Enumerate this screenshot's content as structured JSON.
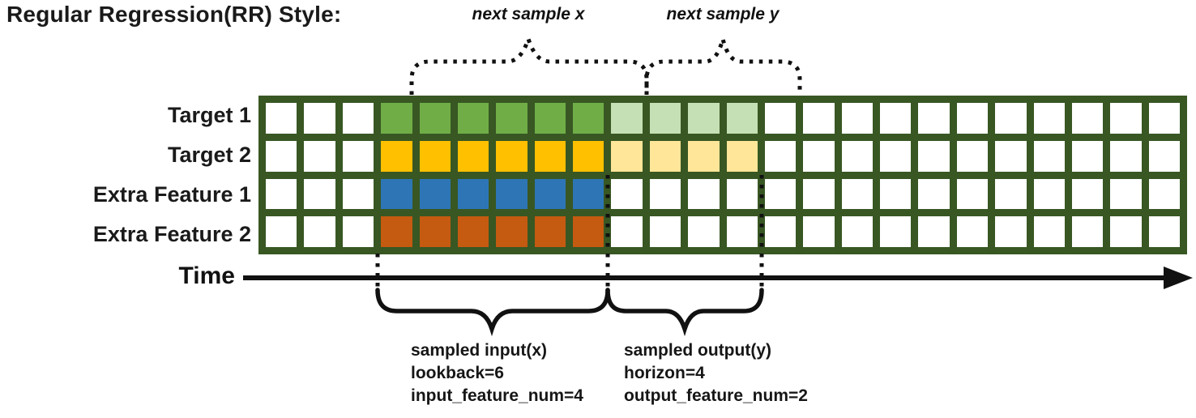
{
  "title": "Regular Regression(RR) Style:",
  "annotations": {
    "next_sample_x": "next sample x",
    "next_sample_y": "next sample y",
    "time_label": "Time",
    "input_block": {
      "line1": "sampled input(x)",
      "line2": "lookback=6",
      "line3": "input_feature_num=4"
    },
    "output_block": {
      "line1": "sampled output(y)",
      "line2": "horizon=4",
      "line3": "output_feature_num=2"
    }
  },
  "colors": {
    "grid_border": "#385723",
    "empty_cell": "#ffffff",
    "annotation_stroke": "#111111",
    "text": "#1a1a1a"
  },
  "grid": {
    "columns": 24,
    "lead_empty_columns": 3,
    "lookback": 6,
    "horizon": 4,
    "rows": [
      {
        "label": "Target 1",
        "role": "target",
        "lookback_color": "#70AD47",
        "horizon_color": "#C5E0B4"
      },
      {
        "label": "Target 2",
        "role": "target",
        "lookback_color": "#FFC000",
        "horizon_color": "#FFE699"
      },
      {
        "label": "Extra Feature 1",
        "role": "extra-feature",
        "lookback_color": "#2E75B6",
        "horizon_color": null
      },
      {
        "label": "Extra Feature 2",
        "role": "extra-feature",
        "lookback_color": "#C55A11",
        "horizon_color": null
      }
    ]
  }
}
